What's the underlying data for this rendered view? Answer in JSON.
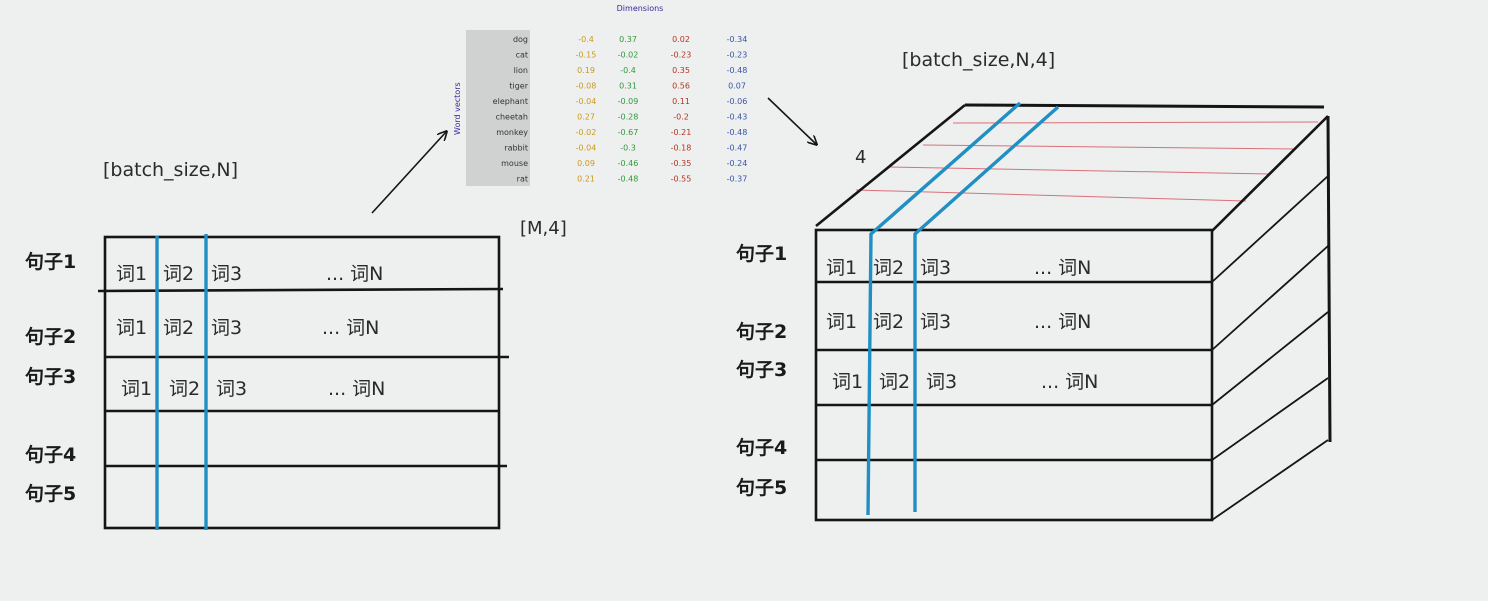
{
  "embedding_table": {
    "title": "Dimensions",
    "side_label": "Word vectors",
    "shape_label": "[M,4]",
    "colors": [
      "#c99a1e",
      "#2f9a3c",
      "#b4361f",
      "#3a55a8"
    ],
    "rows": [
      {
        "word": "dog",
        "values": [
          "-0.4",
          "0.37",
          "0.02",
          "-0.34"
        ]
      },
      {
        "word": "cat",
        "values": [
          "-0.15",
          "-0.02",
          "-0.23",
          "-0.23"
        ]
      },
      {
        "word": "lion",
        "values": [
          "0.19",
          "-0.4",
          "0.35",
          "-0.48"
        ]
      },
      {
        "word": "tiger",
        "values": [
          "-0.08",
          "0.31",
          "0.56",
          "0.07"
        ]
      },
      {
        "word": "elephant",
        "values": [
          "-0.04",
          "-0.09",
          "0.11",
          "-0.06"
        ]
      },
      {
        "word": "cheetah",
        "values": [
          "0.27",
          "-0.28",
          "-0.2",
          "-0.43"
        ]
      },
      {
        "word": "monkey",
        "values": [
          "-0.02",
          "-0.67",
          "-0.21",
          "-0.48"
        ]
      },
      {
        "word": "rabbit",
        "values": [
          "-0.04",
          "-0.3",
          "-0.18",
          "-0.47"
        ]
      },
      {
        "word": "mouse",
        "values": [
          "0.09",
          "-0.46",
          "-0.35",
          "-0.24"
        ]
      },
      {
        "word": "rat",
        "values": [
          "0.21",
          "-0.48",
          "-0.55",
          "-0.37"
        ]
      }
    ]
  },
  "left_matrix": {
    "shape_label": "[batch_size,N]",
    "row_labels": [
      "句子1",
      "句子2",
      "句子3",
      "句子4",
      "句子5"
    ],
    "row_cells": [
      [
        "词1",
        "词2",
        "词3",
        "... 词N"
      ],
      [
        "词1",
        "词2",
        "词3",
        "... 词N"
      ],
      [
        "词1",
        "词2",
        "词3",
        "... 词N"
      ]
    ]
  },
  "right_tensor": {
    "shape_label": "[batch_size,N,4]",
    "depth_label": "4",
    "row_labels": [
      "句子1",
      "句子2",
      "句子3",
      "句子4",
      "句子5"
    ],
    "row_cells": [
      [
        "词1",
        "词2",
        "词3",
        "... 词N"
      ],
      [
        "词1",
        "词2",
        "词3",
        "... 词N"
      ],
      [
        "词1",
        "词2",
        "词3",
        "... 词N"
      ]
    ]
  },
  "colors": {
    "blue_line": "#1f8fc4",
    "black_line": "#151515",
    "red_line": "#d9707a"
  }
}
